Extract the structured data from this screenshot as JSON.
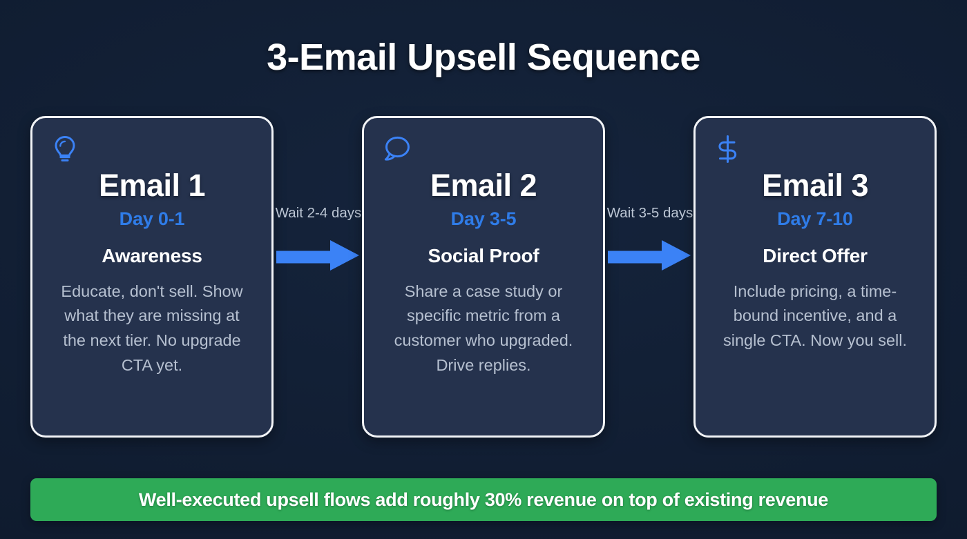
{
  "title": "3-Email Upsell Sequence",
  "colors": {
    "background": "#101c30",
    "card_fill": "#25324d",
    "card_border": "#f2f4f7",
    "accent_blue": "#2f7ce8",
    "arrow_blue": "#3b82f6",
    "banner_green": "#2eaa57",
    "body_text": "#b6c0d0",
    "label_text": "#bcc6d4"
  },
  "cards": [
    {
      "icon": "lightbulb-icon",
      "heading": "Email 1",
      "day": "Day 0-1",
      "subtitle": "Awareness",
      "description": "Educate, don't sell. Show what they are missing at the next tier. No upgrade CTA yet."
    },
    {
      "icon": "speech-bubble-icon",
      "heading": "Email 2",
      "day": "Day 3-5",
      "subtitle": "Social Proof",
      "description": "Share a case study or specific metric from a customer who upgraded. Drive replies."
    },
    {
      "icon": "dollar-sign-icon",
      "heading": "Email 3",
      "day": "Day 7-10",
      "subtitle": "Direct Offer",
      "description": "Include pricing, a time-bound incentive, and a single CTA. Now you sell."
    }
  ],
  "connectors": [
    {
      "label": "Wait 2-4 days",
      "icon": "arrow-right-icon"
    },
    {
      "label": "Wait 3-5 days",
      "icon": "arrow-right-icon"
    }
  ],
  "banner": {
    "text": "Well-executed upsell flows add roughly 30% revenue on top of existing revenue"
  }
}
